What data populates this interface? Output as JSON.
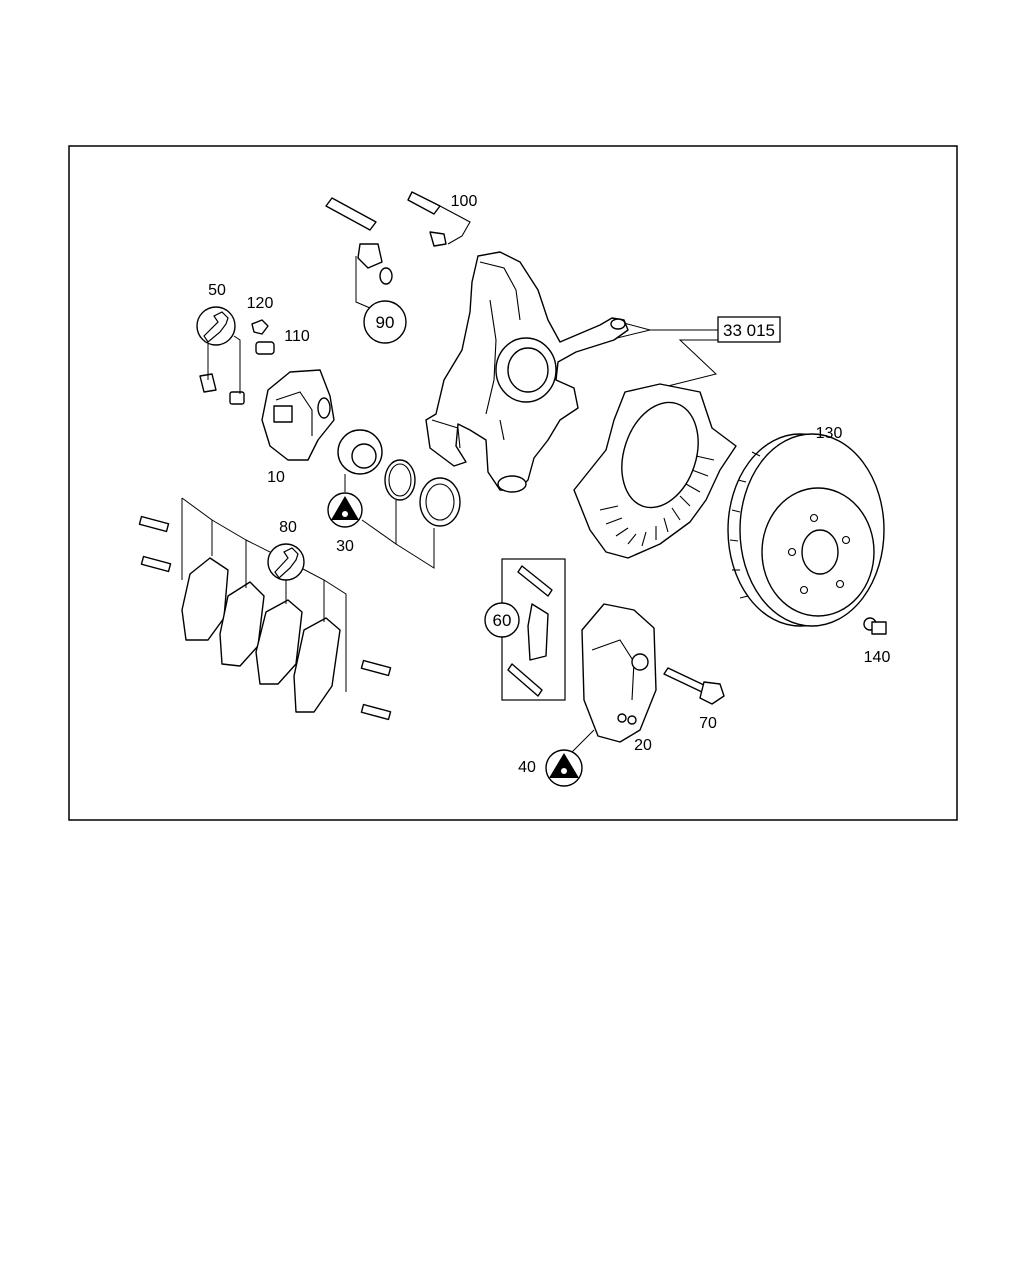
{
  "diagram": {
    "reference_box": "33 015",
    "callouts": {
      "c10": "10",
      "c20": "20",
      "c30": "30",
      "c40": "40",
      "c50": "50",
      "c60": "60",
      "c70": "70",
      "c80": "80",
      "c90": "90",
      "c100": "100",
      "c110": "110",
      "c120": "120",
      "c130": "130",
      "c140": "140"
    },
    "icons": {
      "wrench_symbol": "wrench-icon",
      "triangle_symbol": "triangle-kit-icon"
    }
  }
}
